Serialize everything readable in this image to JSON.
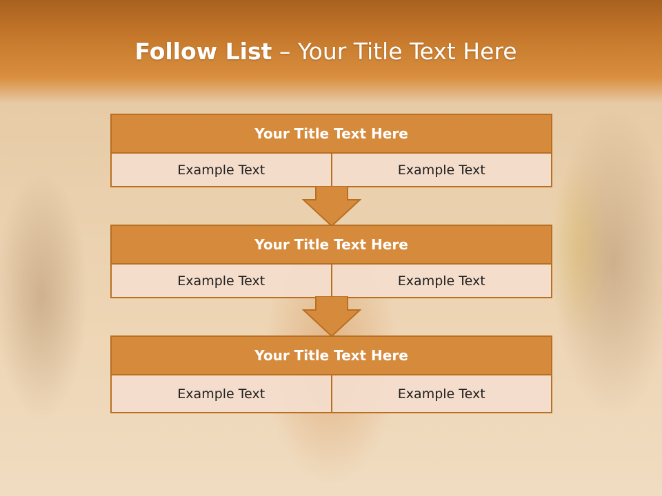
{
  "slide": {
    "title_bold": "Follow List",
    "title_rest": " – Your Title Text Here"
  },
  "blocks": [
    {
      "title": "Your Title Text Here",
      "left": "Example Text",
      "right": "Example Text"
    },
    {
      "title": "Your Title Text Here",
      "left": "Example Text",
      "right": "Example Text"
    },
    {
      "title": "Your Title Text Here",
      "left": "Example Text",
      "right": "Example Text"
    }
  ],
  "colors": {
    "accent": "#d68a3c",
    "border": "#b86f22",
    "cell_fill": "#f4ddcd",
    "header_band": "#c5782b"
  },
  "icons": [
    "down-arrow-icon",
    "down-arrow-icon"
  ]
}
